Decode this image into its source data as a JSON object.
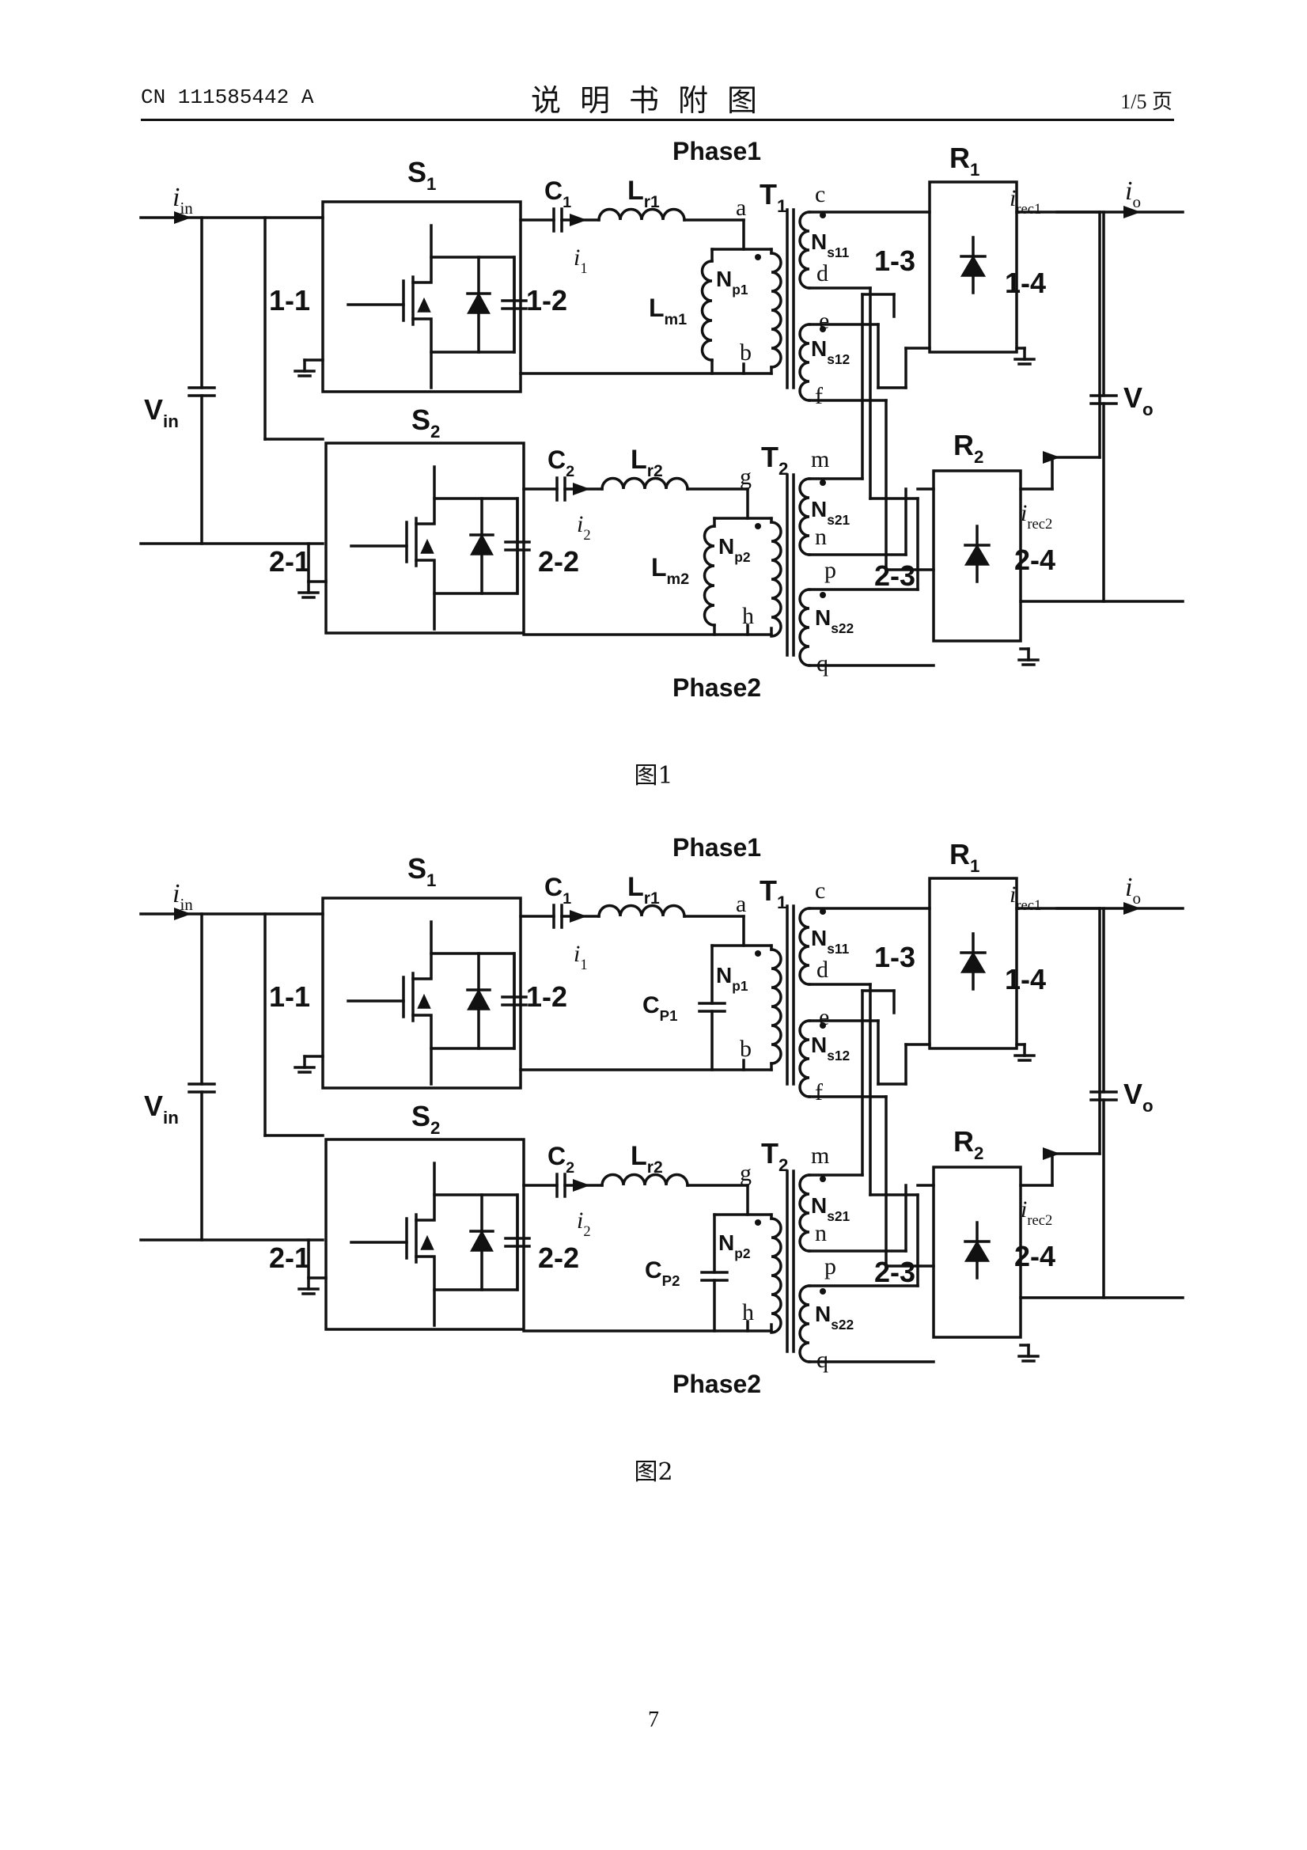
{
  "header": {
    "patent_number": "CN 111585442 A",
    "title": "说明书附图",
    "page_of": "1/5 页"
  },
  "figures": [
    {
      "caption": "图1",
      "phase_top": "Phase1",
      "phase_bottom": "Phase2",
      "switch1": "S",
      "switch1_sub": "1",
      "switch2": "S",
      "switch2_sub": "2",
      "cap1": "C",
      "cap1_sub": "1",
      "cap2": "C",
      "cap2_sub": "2",
      "lr1": "L",
      "lr1_sub": "r1",
      "lr2": "L",
      "lr2_sub": "r2",
      "shunt1": "L",
      "shunt1_sub": "m1",
      "shunt2": "L",
      "shunt2_sub": "m2",
      "t1": "T",
      "t1_sub": "1",
      "t2": "T",
      "t2_sub": "2",
      "r1": "R",
      "r1_sub": "1",
      "r2": "R",
      "r2_sub": "2",
      "iin": "i",
      "iin_sub": "in",
      "io": "i",
      "io_sub": "o",
      "i1": "i",
      "i1_sub": "1",
      "i2": "i",
      "i2_sub": "2",
      "irec1": "i",
      "irec1_sub": "rec1",
      "irec2": "i",
      "irec2_sub": "rec2",
      "vin": "V",
      "vin_sub": "in",
      "vo": "V",
      "vo_sub": "o",
      "np1": "N",
      "np1_sub": "p1",
      "np2": "N",
      "np2_sub": "p2",
      "ns11": "N",
      "ns11_sub": "s11",
      "ns12": "N",
      "ns12_sub": "s12",
      "ns21": "N",
      "ns21_sub": "s21",
      "ns22": "N",
      "ns22_sub": "s22",
      "nodes": {
        "a": "a",
        "b": "b",
        "c": "c",
        "d": "d",
        "e": "e",
        "f": "f",
        "g": "g",
        "h": "h",
        "m": "m",
        "n": "n",
        "p": "p",
        "q": "q"
      },
      "labels": {
        "l11": "1-1",
        "l12": "1-2",
        "l13": "1-3",
        "l14": "1-4",
        "l21": "2-1",
        "l22": "2-2",
        "l23": "2-3",
        "l24": "2-4"
      }
    },
    {
      "caption": "图2",
      "phase_top": "Phase1",
      "phase_bottom": "Phase2",
      "switch1": "S",
      "switch1_sub": "1",
      "switch2": "S",
      "switch2_sub": "2",
      "cap1": "C",
      "cap1_sub": "1",
      "cap2": "C",
      "cap2_sub": "2",
      "lr1": "L",
      "lr1_sub": "r1",
      "lr2": "L",
      "lr2_sub": "r2",
      "shunt1": "C",
      "shunt1_sub": "P1",
      "shunt2": "C",
      "shunt2_sub": "P2",
      "t1": "T",
      "t1_sub": "1",
      "t2": "T",
      "t2_sub": "2",
      "r1": "R",
      "r1_sub": "1",
      "r2": "R",
      "r2_sub": "2",
      "iin": "i",
      "iin_sub": "in",
      "io": "i",
      "io_sub": "o",
      "i1": "i",
      "i1_sub": "1",
      "i2": "i",
      "i2_sub": "2",
      "irec1": "i",
      "irec1_sub": "rec1",
      "irec2": "i",
      "irec2_sub": "rec2",
      "vin": "V",
      "vin_sub": "in",
      "vo": "V",
      "vo_sub": "o",
      "np1": "N",
      "np1_sub": "p1",
      "np2": "N",
      "np2_sub": "p2",
      "ns11": "N",
      "ns11_sub": "s11",
      "ns12": "N",
      "ns12_sub": "s12",
      "ns21": "N",
      "ns21_sub": "s21",
      "ns22": "N",
      "ns22_sub": "s22",
      "nodes": {
        "a": "a",
        "b": "b",
        "c": "c",
        "d": "d",
        "e": "e",
        "f": "f",
        "g": "g",
        "h": "h",
        "m": "m",
        "n": "n",
        "p": "p",
        "q": "q"
      },
      "labels": {
        "l11": "1-1",
        "l12": "1-2",
        "l13": "1-3",
        "l14": "1-4",
        "l21": "2-1",
        "l22": "2-2",
        "l23": "2-3",
        "l24": "2-4"
      }
    }
  ],
  "page_number": "7"
}
